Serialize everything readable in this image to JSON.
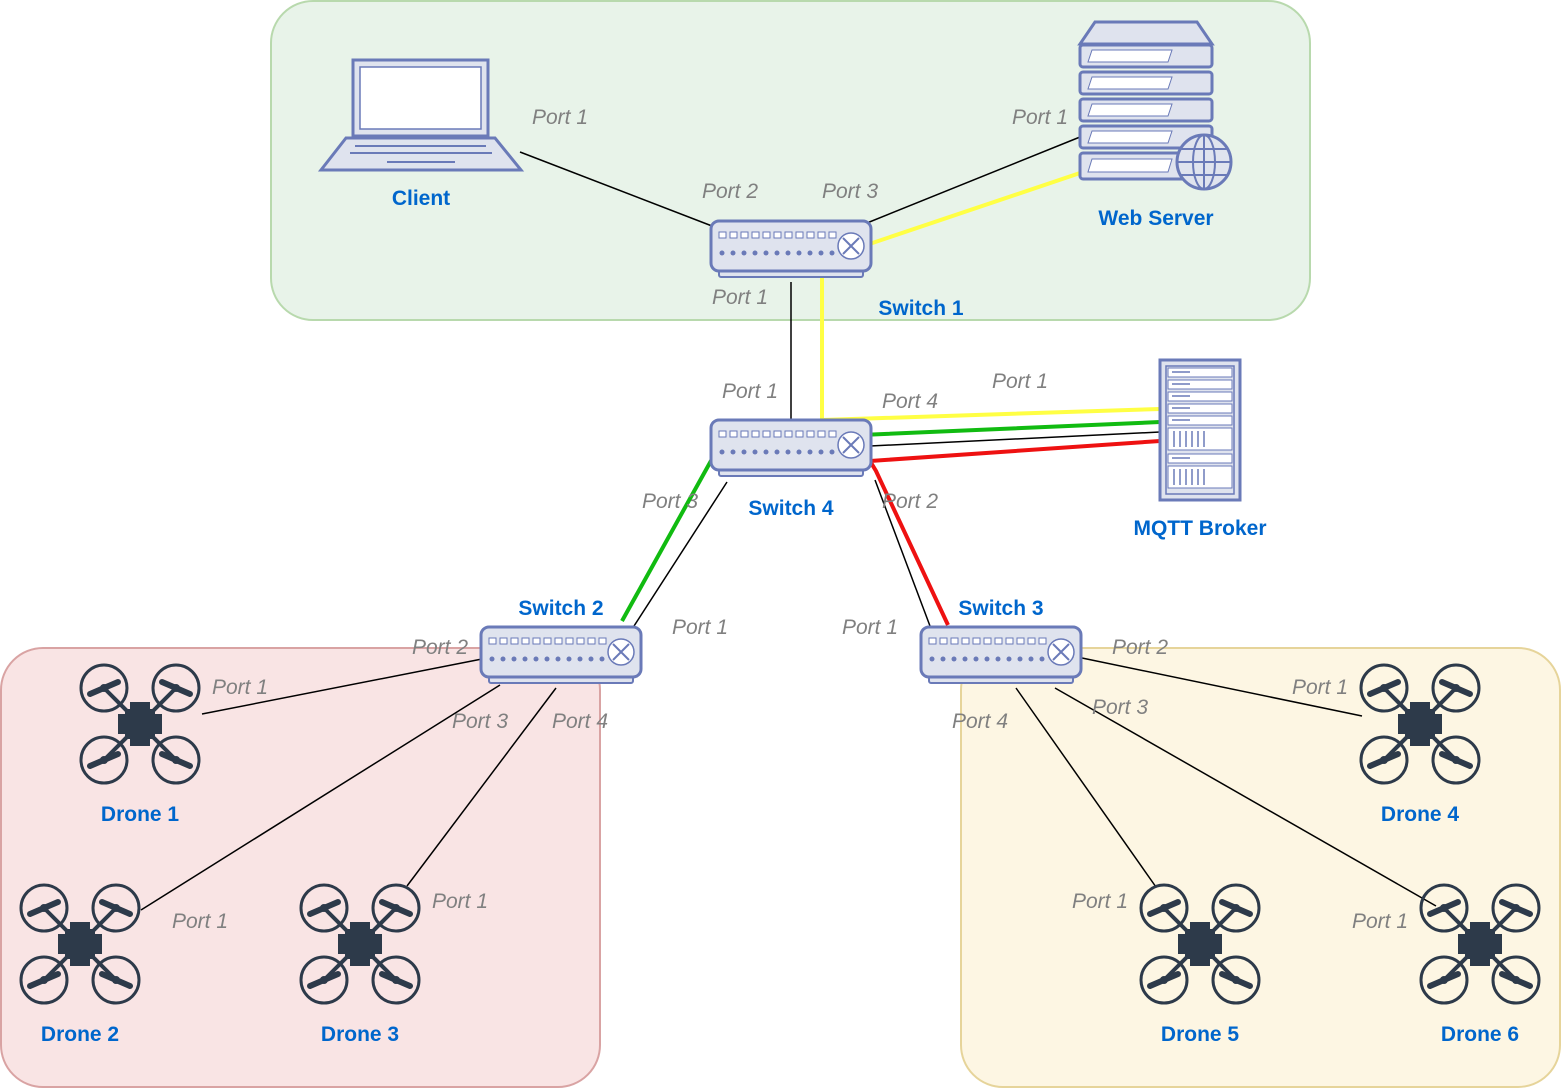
{
  "colors": {
    "zone_top_fill": "#e8f3e9",
    "zone_top_stroke": "#b8d9ad",
    "zone_left_fill": "#f9e4e4",
    "zone_left_stroke": "#d9a3a3",
    "zone_right_fill": "#fdf6e3",
    "zone_right_stroke": "#e6d49a",
    "label": "#0066cc",
    "port": "#808080",
    "device_fill": "#dfe3ee",
    "device_stroke": "#6a7ab8",
    "drone": "#2d3a4a",
    "path_yellow": "#ffff44",
    "path_green": "#11bb11",
    "path_red": "#ee1111"
  },
  "nodes": {
    "client": "Client",
    "web_server": "Web Server",
    "switch1": "Switch 1",
    "switch2": "Switch 2",
    "switch3": "Switch 3",
    "switch4": "Switch 4",
    "mqtt_broker": "MQTT Broker",
    "drone1": "Drone 1",
    "drone2": "Drone 2",
    "drone3": "Drone 3",
    "drone4": "Drone 4",
    "drone5": "Drone 5",
    "drone6": "Drone 6"
  },
  "ports": {
    "p1": "Port 1",
    "p2": "Port 2",
    "p3": "Port 3",
    "p4": "Port 4"
  },
  "icons": {
    "laptop": "laptop-icon",
    "server": "web-server-icon",
    "broker": "server-rack-icon",
    "switch": "network-switch-icon",
    "drone": "quadcopter-drone-icon"
  }
}
